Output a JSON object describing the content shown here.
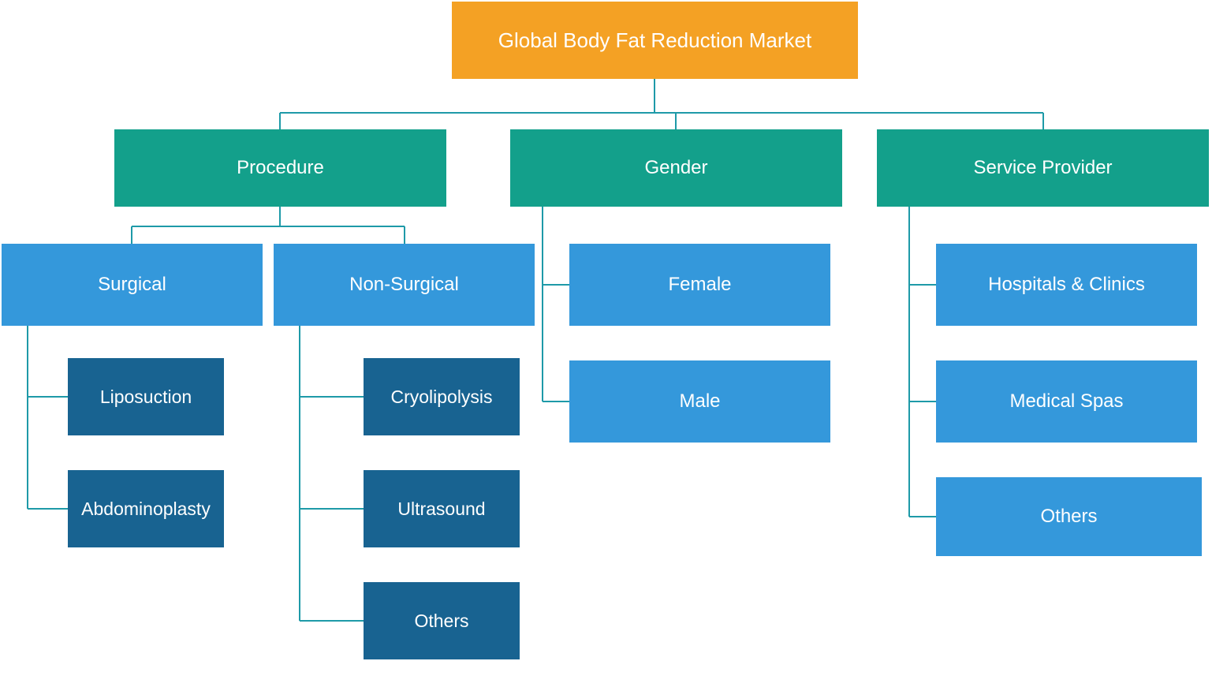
{
  "title": "Global Body Fat Reduction Market",
  "categories": {
    "procedure": {
      "label": "Procedure",
      "surgical": {
        "label": "Surgical",
        "items": [
          "Liposuction",
          "Abdominoplasty"
        ]
      },
      "non_surgical": {
        "label": "Non-Surgical",
        "items": [
          "Cryolipolysis",
          "Ultrasound",
          "Others"
        ]
      }
    },
    "gender": {
      "label": "Gender",
      "items": [
        "Female",
        "Male"
      ]
    },
    "service_provider": {
      "label": "Service Provider",
      "items": [
        "Hospitals & Clinics",
        "Medical Spas",
        "Others"
      ]
    }
  },
  "colors": {
    "root": "#f4a124",
    "category": "#13a08b",
    "subcategory": "#3498db",
    "leaf": "#186391",
    "connector": "#1e9aa8"
  }
}
